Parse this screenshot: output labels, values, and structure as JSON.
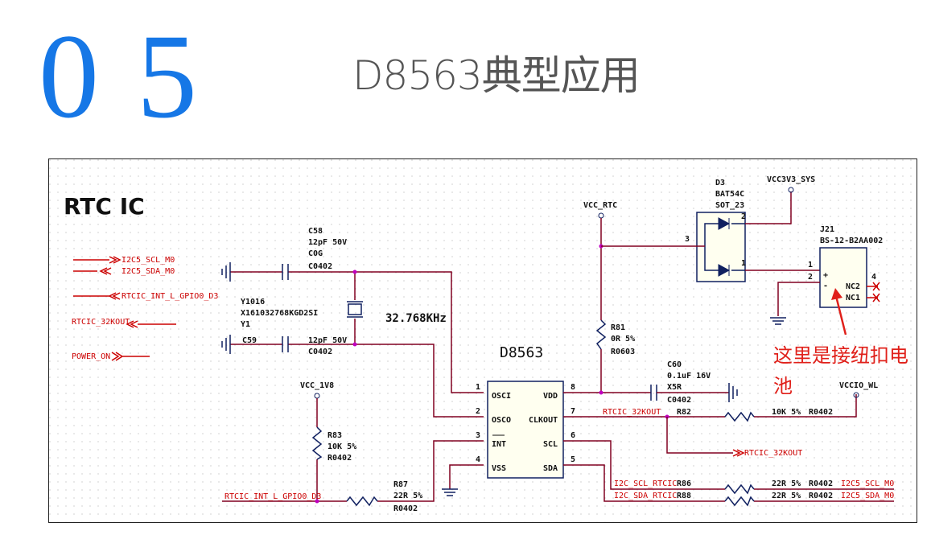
{
  "header": {
    "number_left": "0",
    "number_right": "5",
    "title": "D8563典型应用"
  },
  "schematic": {
    "section_title": "RTC IC",
    "ic": {
      "name": "D8563",
      "pins_left": [
        {
          "num": "1",
          "name": "OSCI"
        },
        {
          "num": "2",
          "name": "OSCO"
        },
        {
          "num": "3",
          "name": "INT"
        },
        {
          "num": "4",
          "name": "VSS"
        }
      ],
      "pins_right": [
        {
          "num": "8",
          "name": "VDD"
        },
        {
          "num": "7",
          "name": "CLKOUT"
        },
        {
          "num": "6",
          "name": "SCL"
        },
        {
          "num": "5",
          "name": "SDA"
        }
      ]
    },
    "ports": {
      "i2c_scl": "I2C5_SCL_M0",
      "i2c_sda": "I2C5_SDA_M0",
      "int_gpio": "RTCIC_INT_L_GPIO0_D3",
      "clk_out": "RTCIC_32KOUT",
      "power_on": "POWER_ON",
      "clk_out_right": "RTCIC_32KOUT"
    },
    "c58": {
      "ref": "C58",
      "value": "12pF 50V",
      "dielectric": "C0G",
      "pkg": "C0402"
    },
    "c59": {
      "ref": "C59",
      "value": "12pF 50V",
      "pkg": "C0402"
    },
    "y1": {
      "ref1": "Y1016",
      "part": "X161032768KGD2SI",
      "ref2": "Y1",
      "freq": "32.768KHz"
    },
    "r81": {
      "ref": "R81",
      "value": "0R 5%",
      "pkg": "R0603"
    },
    "c60": {
      "ref": "C60",
      "value": "0.1uF 16V",
      "dielectric": "X5R",
      "pkg": "C0402"
    },
    "r82": {
      "ref": "R82",
      "value": "10K 5%",
      "pkg": "R0402"
    },
    "r83": {
      "ref": "R83",
      "value": "10K 5%",
      "pkg": "R0402"
    },
    "r87": {
      "ref": "R87",
      "value": "22R 5%",
      "pkg": "R0402"
    },
    "r86": {
      "ref": "R86",
      "value": "22R 5%",
      "pkg": "R0402"
    },
    "r88": {
      "ref": "R88",
      "value": "22R 5%",
      "pkg": "R0402"
    },
    "d3": {
      "ref": "D3",
      "part": "BAT54C",
      "pkg": "SOT_23",
      "pin3": "3",
      "pin2": "2",
      "pin1": "1"
    },
    "j21": {
      "ref": "J21",
      "part": "BS-12-B2AA002",
      "p1": "1",
      "p2": "2",
      "p4": "4",
      "plus": "+",
      "minus": "-",
      "nc2": "NC2",
      "nc1": "NC1"
    },
    "nets": {
      "vcc_rtc": "VCC_RTC",
      "vcc3v3": "VCC3V3_SYS",
      "vcc_1v8": "VCC_1V8",
      "vccio": "VCCIO_WL",
      "net_32k": "RTCIC_32KOUT",
      "net_int": "RTCIC_INT_L_GPIO0_D3",
      "net_scl": "I2C_SCL_RTCIC",
      "net_sda": "I2C_SDA_RTCIC",
      "out_scl": "I2C5_SCL_M0",
      "out_sda": "I2C5_SDA_M0"
    },
    "annotation": {
      "line1": "这里是接纽扣电",
      "line2": "池"
    }
  },
  "colors": {
    "accent": "#1677e6",
    "wire": "#800020",
    "net_label": "#c00000",
    "annotation": "#e0201a"
  }
}
